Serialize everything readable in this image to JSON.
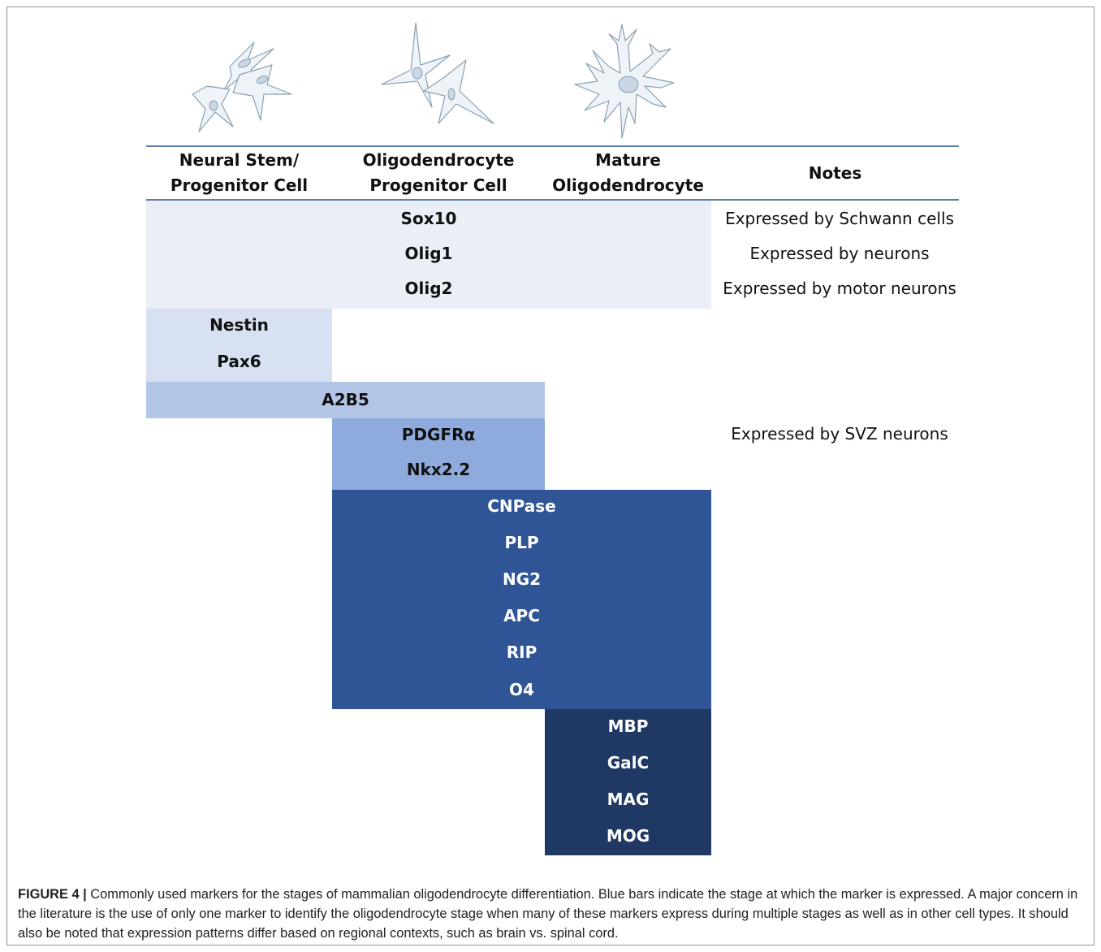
{
  "columns": {
    "nsc": "Neural Stem/\nProgenitor Cell",
    "opc": "Oligodendrocyte\nProgenitor Cell",
    "mature": "Mature\nOligodendrocyte",
    "notes": "Notes"
  },
  "markers": {
    "sox10": "Sox10",
    "olig1": "Olig1",
    "olig2": "Olig2",
    "nestin": "Nestin",
    "pax6": "Pax6",
    "a2b5": "A2B5",
    "pdgfra": "PDGFRα",
    "nkx22": "Nkx2.2",
    "cnpase": "CNPase",
    "plp": "PLP",
    "ng2": "NG2",
    "apc": "APC",
    "rip": "RIP",
    "o4": "O4",
    "mbp": "MBP",
    "galc": "GalC",
    "mag": "MAG",
    "mog": "MOG"
  },
  "notes": {
    "sox10": "Expressed by Schwann cells",
    "olig1": "Expressed by neurons",
    "olig2": "Expressed by motor neurons",
    "pdgfra": "Expressed by SVZ neurons"
  },
  "band_colors": {
    "sox_olig": "#e9eef7",
    "nestin_pax6": "#d7e1f1",
    "a2b5": "#b4c6e7",
    "pdgfra_nkx": "#8faadc",
    "cnpase_o4": "#2f5597",
    "mbp_mog": "#203864"
  },
  "caption": {
    "label": "FIGURE 4 |",
    "text": " Commonly used markers for the stages of mammalian oligodendrocyte differentiation. Blue bars indicate the stage at which the marker is expressed. A major concern in the literature is the use of only one marker to identify the oligodendrocyte stage when many of these markers express during multiple stages as well as in other cell types. It should also be noted that expression patterns differ based on regional contexts, such as brain vs. spinal cord."
  }
}
